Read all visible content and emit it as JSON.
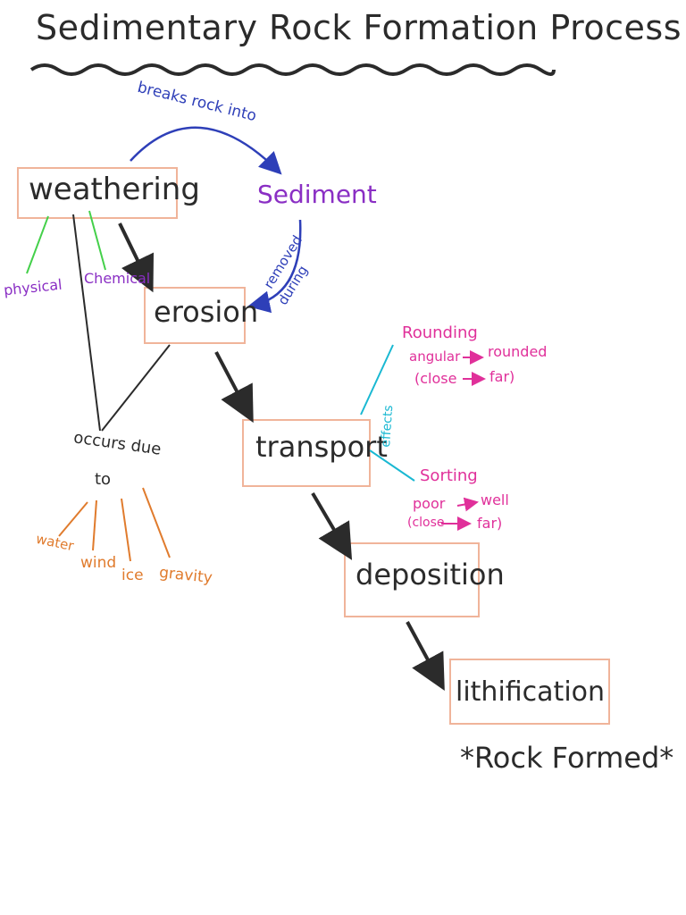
{
  "title": "Sedimentary Rock Formation Process",
  "nodes": {
    "weathering": "weathering",
    "sediment": "Sediment",
    "erosion": "erosion",
    "transport": "transport",
    "deposition": "deposition",
    "lithification": "lithification"
  },
  "labels": {
    "breaks_rock_into": "breaks rock into",
    "removed": "removed",
    "during": "during",
    "physical": "physical",
    "chemical": "Chemical",
    "occurs_due": "occurs due",
    "to": "to",
    "water": "water",
    "wind": "wind",
    "ice": "ice",
    "gravity": "gravity",
    "effects": "effects",
    "rounding": "Rounding",
    "angular": "angular",
    "rounded": "rounded",
    "close1": "(close",
    "far1": "far)",
    "sorting": "Sorting",
    "poor": "poor",
    "well": "well",
    "close2": "(close",
    "far2": "far)"
  },
  "footer": "*Rock Formed*",
  "colors": {
    "ink": "#2b2b2b",
    "blue": "#2e3fb8",
    "purple": "#8a2fc4",
    "green": "#44d04a",
    "orange": "#e07b2d",
    "pink": "#e0309a",
    "teal": "#19b8d2",
    "box": "#f0b49a"
  }
}
